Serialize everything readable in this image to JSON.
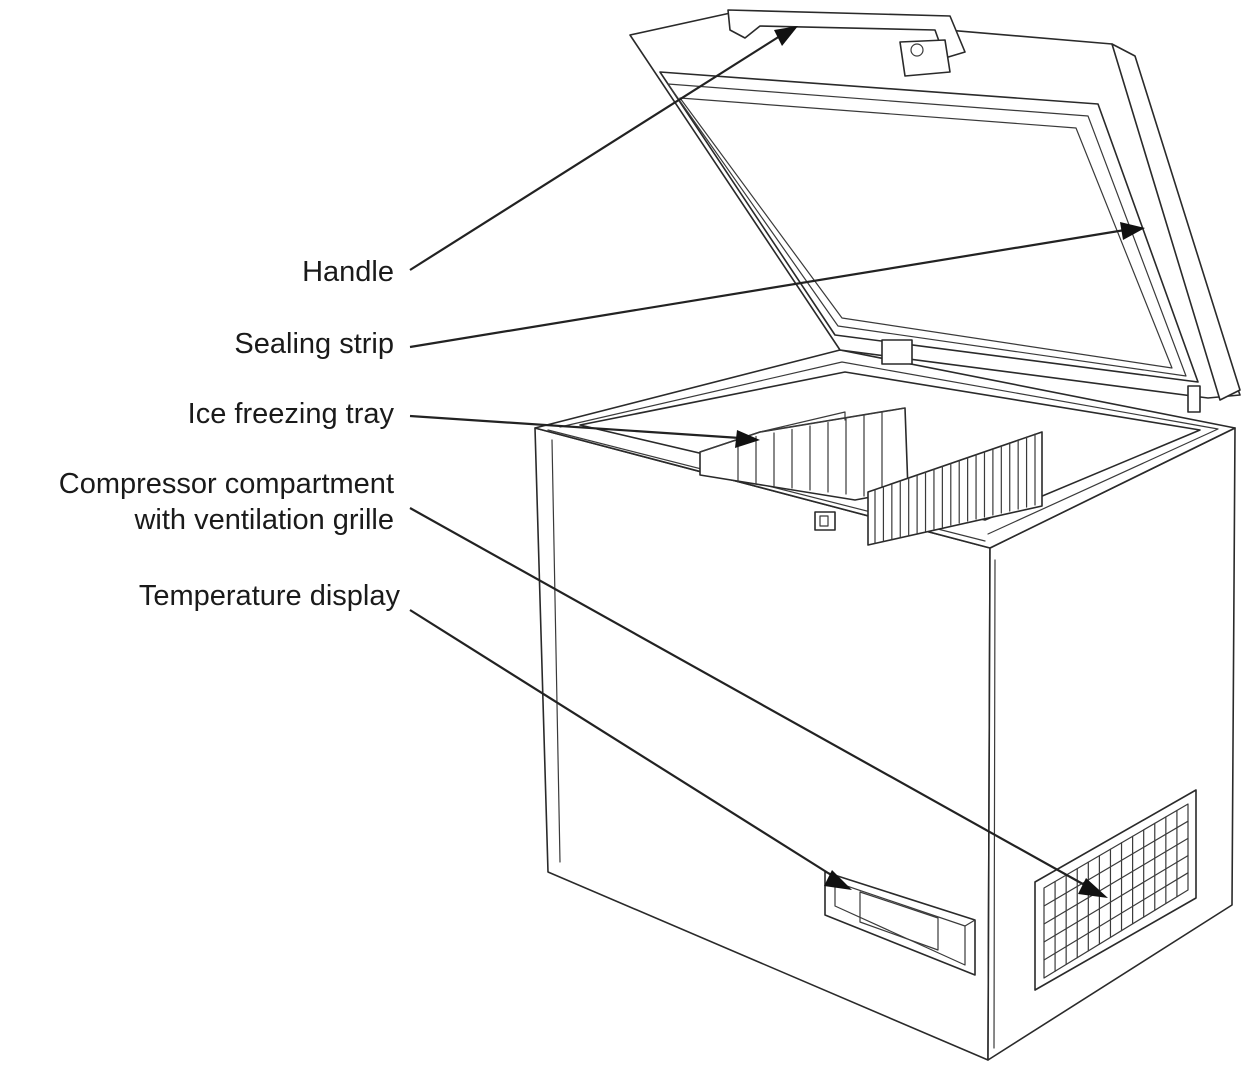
{
  "labels": {
    "handle": "Handle",
    "sealing_strip": "Sealing strip",
    "ice_tray": "Ice freezing tray",
    "compressor_line1": "Compressor compartment",
    "compressor_line2": "with ventilation grille",
    "temperature_display": "Temperature display"
  },
  "icons": {
    "freezer": "chest-freezer-line-drawing",
    "arrow": "leader-arrow"
  }
}
